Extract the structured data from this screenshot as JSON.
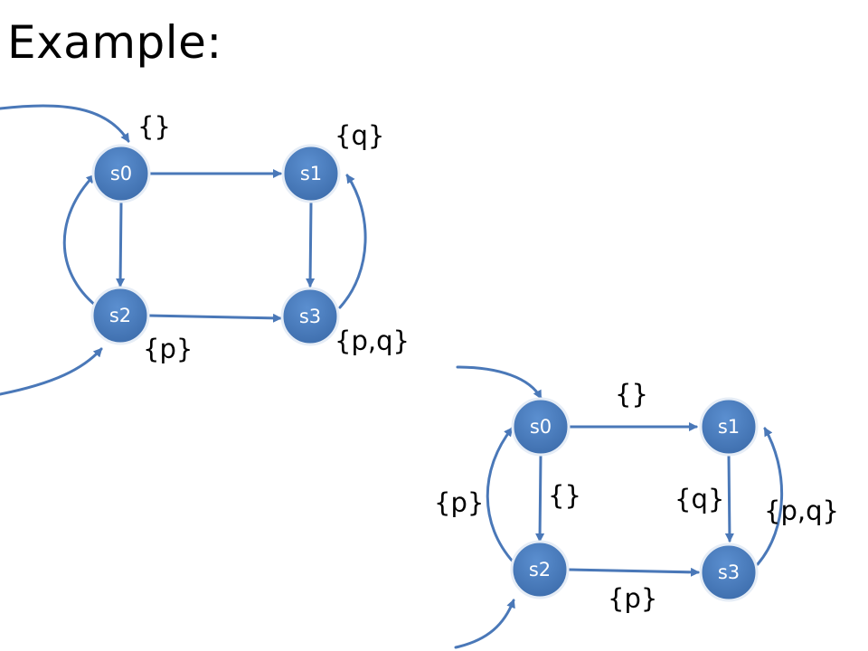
{
  "title": "Example:",
  "colors": {
    "node": "#4a7ebb",
    "node_border": "#e6edf6",
    "edge": "#4a78b8",
    "text": "#000000"
  },
  "kripke1": {
    "states": [
      "s0",
      "s1",
      "s2",
      "s3"
    ],
    "labels": {
      "s0": "{}",
      "s1": "{q}",
      "s2": "{p}",
      "s3": "{p,q}"
    }
  },
  "kripke2": {
    "states": [
      "s0",
      "s1",
      "s2",
      "s3"
    ],
    "edge_labels": {
      "s0_s1": "{}",
      "s0_s2": "{}",
      "s2_s0": "{p}",
      "s1_s3": "{q}",
      "s3_s1": "{p,q}",
      "s2_s3": "{p}"
    }
  }
}
